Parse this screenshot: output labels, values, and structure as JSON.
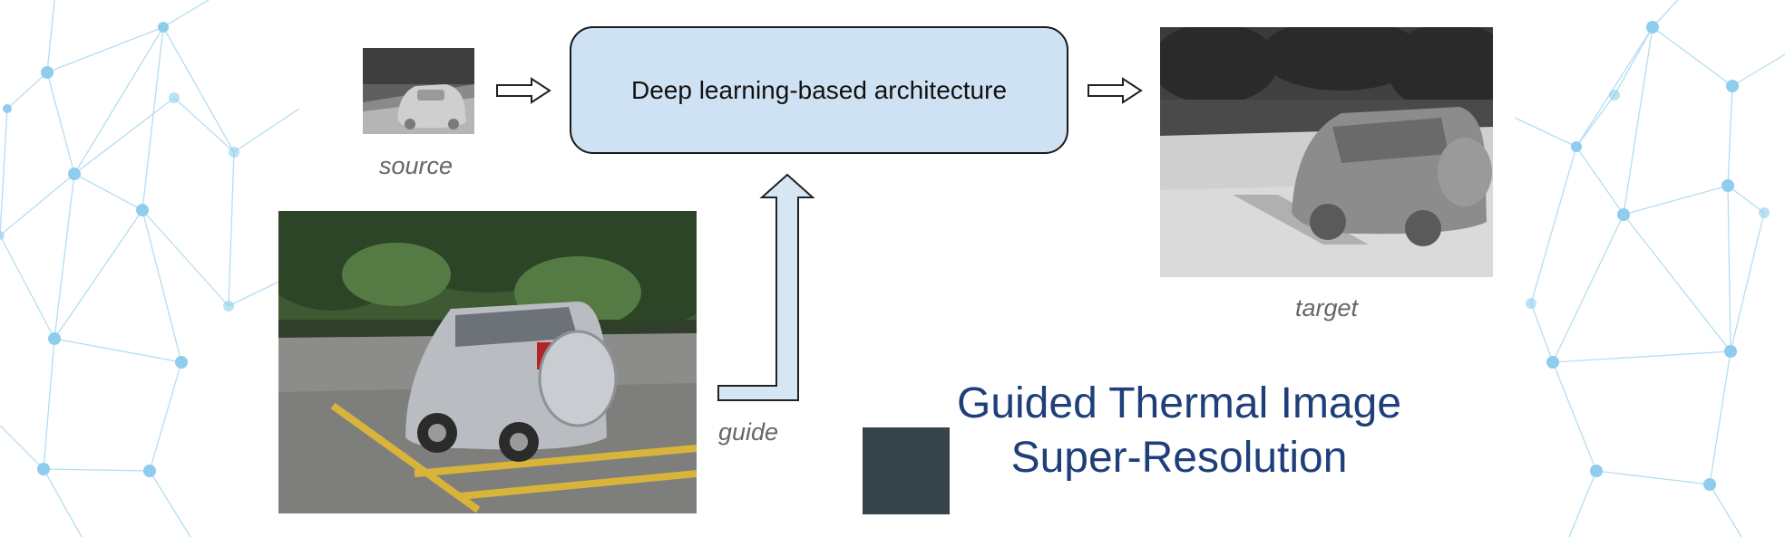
{
  "diagram": {
    "architecture_label": "Deep learning-based architecture",
    "source_label": "source",
    "target_label": "target",
    "guide_label": "guide"
  },
  "title": {
    "line1": "Guided Thermal Image",
    "line2": "Super-Resolution"
  },
  "colors": {
    "box_fill": "#cfe2f3",
    "title_color": "#1f3f7a",
    "network_color": "#9fd3ee",
    "dark_square": "#37434a"
  },
  "icons": {
    "source": "thermal-car-thumbnail",
    "target": "thermal-car-image",
    "guide": "rgb-car-photo"
  }
}
